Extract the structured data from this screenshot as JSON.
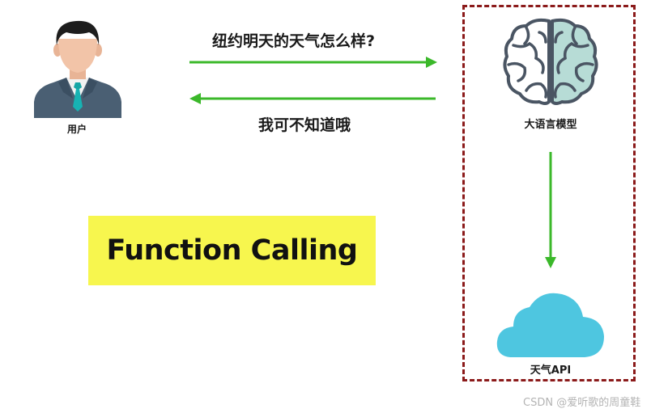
{
  "user": {
    "label": "用户",
    "icon": "businessman-icon"
  },
  "messages": {
    "question": "纽约明天的天气怎么样?",
    "answer": "我可不知道哦"
  },
  "function_calling": {
    "title": "Function Calling",
    "bg_color": "#f7f64e"
  },
  "llm": {
    "label": "大语言模型",
    "icon": "brain-icon"
  },
  "api": {
    "label": "天气API",
    "icon": "cloud-icon"
  },
  "colors": {
    "arrow": "#3bb82a",
    "dashed_border": "#8b1a1a",
    "cloud": "#4ec6e0"
  },
  "watermark": "CSDN @爱听歌的周童鞋"
}
